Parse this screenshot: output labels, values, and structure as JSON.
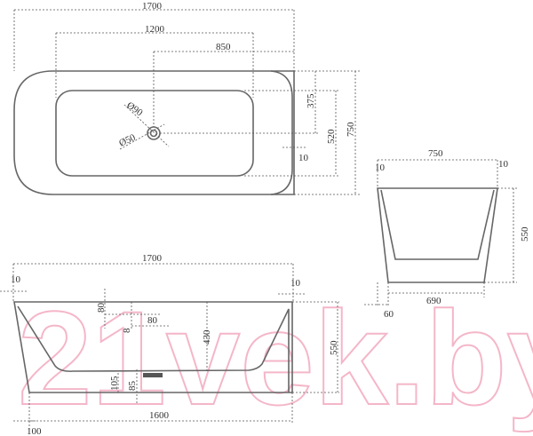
{
  "title": "Bathtub technical drawing",
  "top_view": {
    "length": "1700",
    "basin_length": "1200",
    "drain_offset": "850",
    "drain_to_edge": "375",
    "basin_width": "520",
    "width": "750",
    "wall": "10",
    "overflow_diameter": "Ø90",
    "drain_diameter": "Ø50"
  },
  "end_view": {
    "width": "750",
    "wall_left": "10",
    "wall_right": "10",
    "height": "550",
    "bottom_width": "690",
    "base_offset": "60"
  },
  "side_view": {
    "length": "1700",
    "wall_left": "10",
    "wall_right": "10",
    "overflow_from_top": "80",
    "overflow_width": "80",
    "overflow_height": "8",
    "depth": "430",
    "height": "550",
    "floor_thickness": "105",
    "drain_height": "85",
    "base_length": "1600",
    "base_offset": "100"
  },
  "watermark": "21vek.by"
}
